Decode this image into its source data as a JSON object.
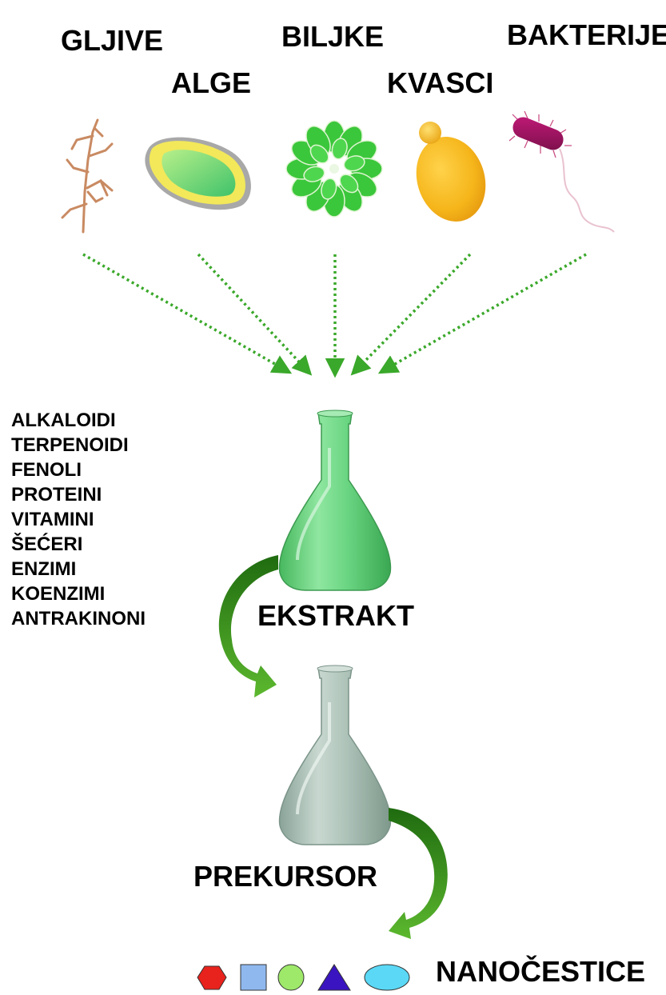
{
  "sources": [
    {
      "id": "gljive",
      "label": "GLJIVE",
      "icon": "fungus-hyphae-icon"
    },
    {
      "id": "alge",
      "label": "ALGE",
      "icon": "algae-cell-icon"
    },
    {
      "id": "biljke",
      "label": "BILJKE",
      "icon": "plant-rosette-icon"
    },
    {
      "id": "kvasci",
      "label": "KVASCI",
      "icon": "budding-yeast-icon"
    },
    {
      "id": "bakterije",
      "label": "BAKTERIJE",
      "icon": "bacterium-icon"
    }
  ],
  "compounds": [
    "ALKALOIDI",
    "TERPENOIDI",
    "FENOLI",
    "PROTEINI",
    "VITAMINI",
    "ŠEĆERI",
    "ENZIMI",
    "KOENZIMI",
    "ANTRAKINONI"
  ],
  "extract_label": "EKSTRAKT",
  "precursor_label": "PREKURSOR",
  "nanoparticles_label": "NANOČESTICE",
  "nanoparticle_shapes": [
    {
      "shape": "hexagon",
      "color": "#e8221c"
    },
    {
      "shape": "square",
      "color": "#8fb8ef"
    },
    {
      "shape": "circle",
      "color": "#9ee86a"
    },
    {
      "shape": "triangle",
      "color": "#3a14c0"
    },
    {
      "shape": "ellipse",
      "color": "#5ad8f5"
    }
  ],
  "colors": {
    "dotted_arrow": "#3aa82a",
    "curved_arrow": "#2f8a18",
    "extract_flask": "#5fcf7a",
    "precursor_flask": "#a6bfb4"
  }
}
